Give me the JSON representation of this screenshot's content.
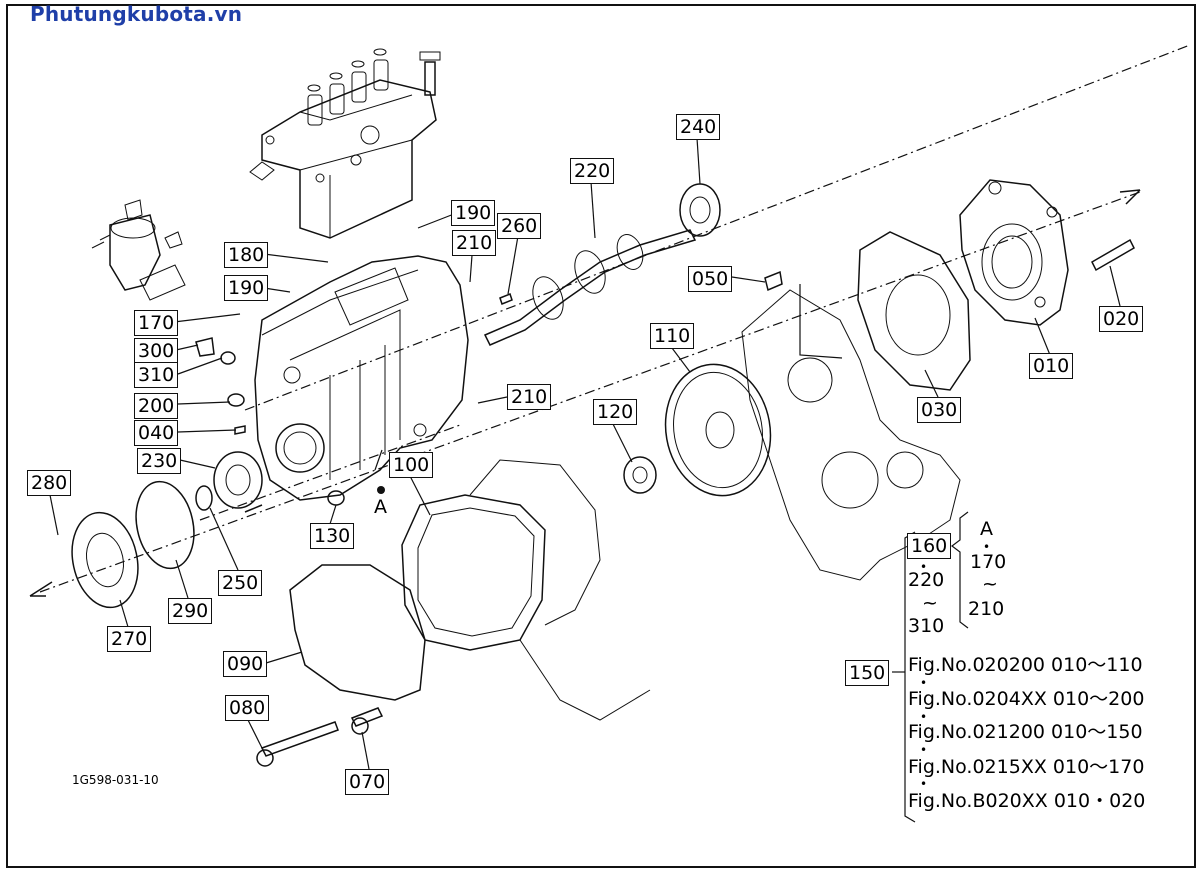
{
  "watermark": "Phutungkubota.vn",
  "drawing_number": "1G598-031-10",
  "view_marker": "A",
  "callouts": {
    "c240": "240",
    "c220": "220",
    "c260": "260",
    "c190a": "190",
    "c210a": "210",
    "c180": "180",
    "c190b": "190",
    "c170": "170",
    "c300": "300",
    "c310": "310",
    "c200": "200",
    "c040": "040",
    "c230": "230",
    "c280": "280",
    "c250": "250",
    "c290": "290",
    "c270": "270",
    "c130": "130",
    "c100": "100",
    "c090": "090",
    "c080": "080",
    "c070": "070",
    "c050": "050",
    "c110": "110",
    "c120": "120",
    "c210b": "210",
    "c030": "030",
    "c010": "010",
    "c020": "020"
  },
  "legend": {
    "group_top_label": "160",
    "dot_symbol": "•",
    "tilde_symbol": "~",
    "group_inner_a": "A",
    "group_inner_170": "170",
    "group_inner_210": "210",
    "group_220": "220",
    "group_310": "310",
    "fig_label": "150",
    "fig_lines": [
      "Fig.No.020200  010～110",
      "Fig.No.0204XX  010～200",
      "Fig.No.021200  010～150",
      "Fig.No.0215XX  010～170",
      "Fig.No.B020XX  010・020"
    ]
  }
}
